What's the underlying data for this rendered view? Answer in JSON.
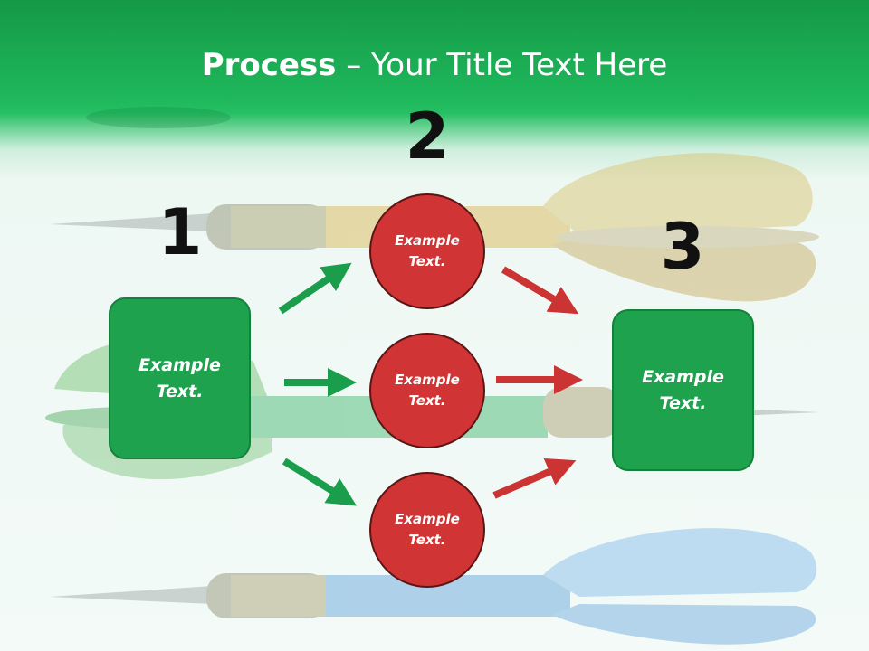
{
  "title": {
    "bold": "Process",
    "rest": " – Your Title Text Here"
  },
  "step_numbers": [
    "1",
    "2",
    "3"
  ],
  "left_box": "Example Text.",
  "circles": [
    "Example Text.",
    "Example Text.",
    "Example Text."
  ],
  "right_box": "Example Text.",
  "colors": {
    "header_green": "#1fb85c",
    "box_green": "#1fa24e",
    "circle_red": "#d13434",
    "arrow_green": "#1a9e4c",
    "arrow_red": "#cc3333"
  }
}
